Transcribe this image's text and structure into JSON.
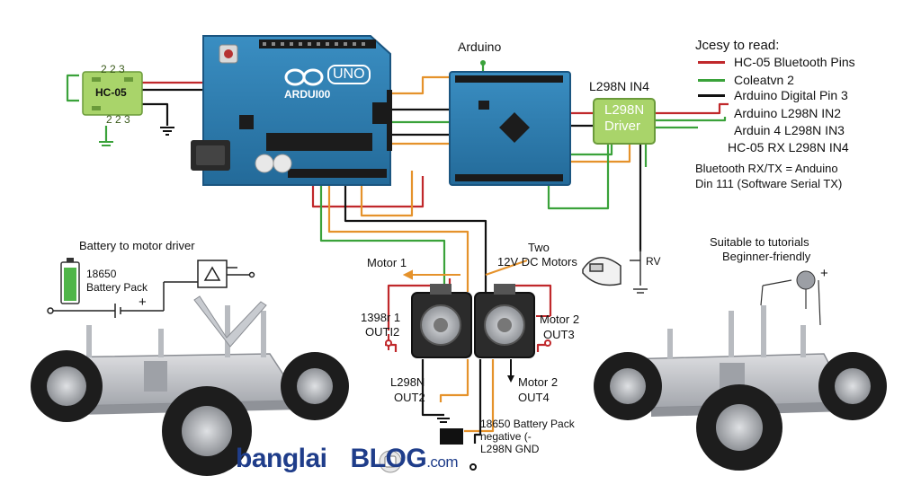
{
  "title": "Arduino",
  "legend": {
    "heading": "Jcesy to read:",
    "items": [
      {
        "label": "HC-05 Bluetooth Pins",
        "color": "#c0282b"
      },
      {
        "label": "Coleatvn 2",
        "color": "#3aa23a"
      },
      {
        "label": "Arduino Digital Pin 3",
        "color": "#111111"
      },
      {
        "label": "Arduino L298N IN2",
        "color": "#c0282b"
      },
      {
        "label": "Arduin 4 L298N IN3",
        "color": "#c0282b"
      },
      {
        "label": "HC-05 RX L298N IN4",
        "color": "#111111"
      }
    ],
    "note_line1": "Bluetooth RX/TX = Anduino",
    "note_line2": "Din 111 (Software Serial TX)"
  },
  "modules": {
    "hc05": "HC-05",
    "hc05_pins_top": "2 2 3",
    "hc05_pins_bottom": "2 2 3",
    "uno_logo": "ARDUI00",
    "uno_badge": "UNO",
    "l298n_label": "L298N IN4",
    "driver_line1": "L298N",
    "driver_line2": "Driver",
    "rv_label": "RV"
  },
  "labels": {
    "battery_to_driver": "Battery to motor driver",
    "battery_pack_line1": "18650",
    "battery_pack_line2": "Battery Pack",
    "two_motors_line1": "Two",
    "two_motors_line2": "12V DC Motors",
    "motor1": "Motor 1",
    "motor1_out_line1": "1398r 1",
    "motor1_out_line2": "OUTI2",
    "motor2_line1": "Motor 2",
    "motor2_line2": "OUT3",
    "l298n_out2_line1": "L298N",
    "l298n_out2_line2": "OUT2",
    "motor2_out4_line1": "Motor 2",
    "motor2_out4_line2": "OUT4",
    "battery_neg_line1": "18650 Battery Pack",
    "battery_neg_line2": "negative (-",
    "battery_neg_line3": "L298N GND",
    "suitable_line1": "Suitable to tutorials",
    "suitable_line2": "Beginner-friendly"
  },
  "brand": {
    "part1": "banglai",
    "part2": "BLOG",
    "part3": ".com"
  },
  "colors": {
    "board_blue": "#2f7fb0",
    "wire_red": "#c0282b",
    "wire_green": "#3aa23a",
    "wire_orange": "#e5922b",
    "wire_black": "#111111",
    "module_green": "#a9d46a"
  }
}
